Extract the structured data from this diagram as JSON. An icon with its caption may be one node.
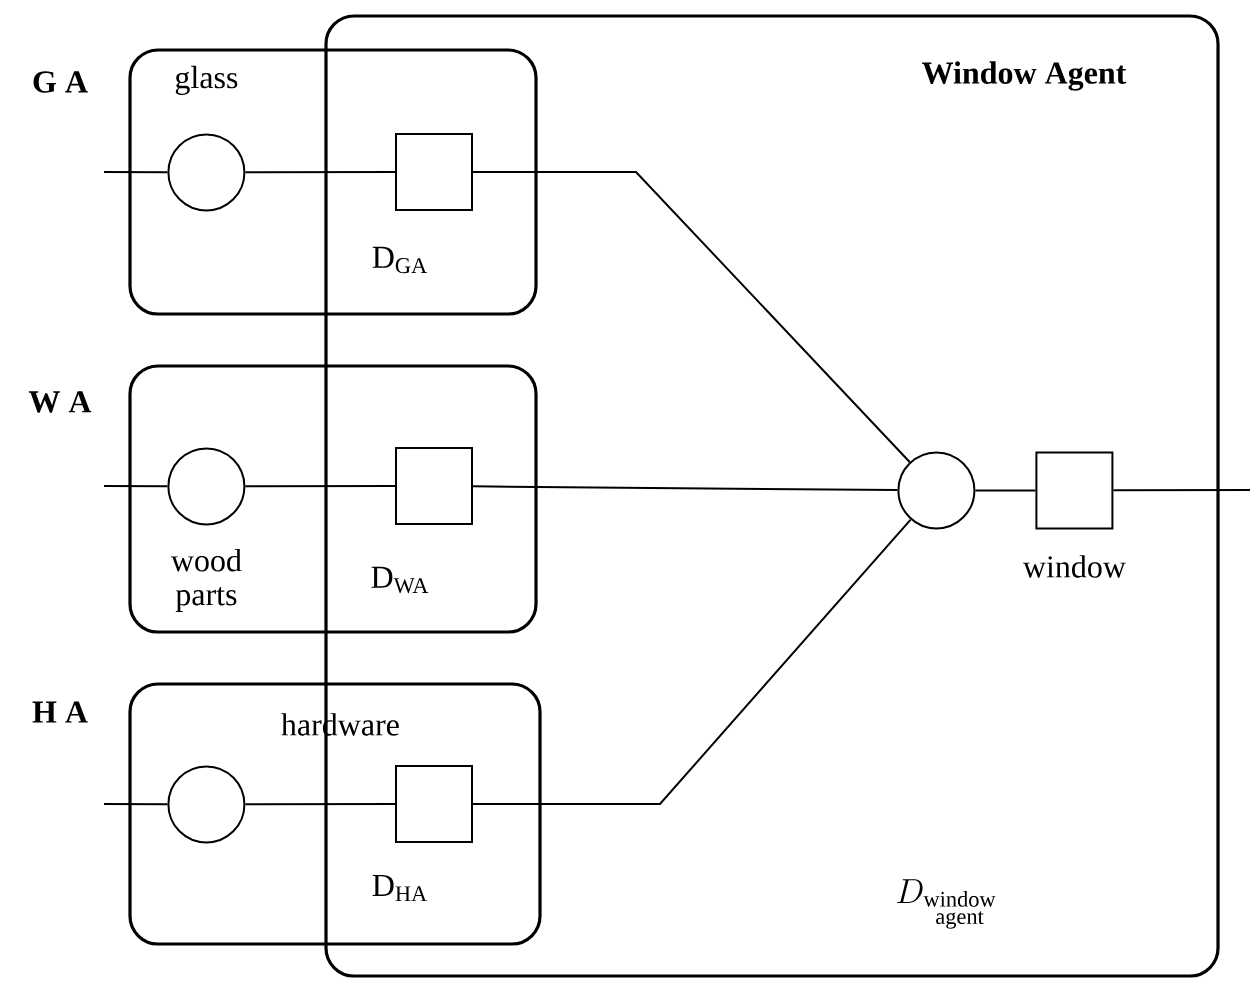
{
  "diagram": {
    "nodes": [
      {
        "text": [
          "Window Agent",
          "D_{\\substack{\\text{window}\\\\ \\text{agent}}}"
        ]
      },
      {
        "text": [
          "G A"
        ]
      },
      {
        "text": [],
        "shape": "circle",
        "in": 1,
        "beside": [
          "glass"
        ]
      },
      {
        "text": [],
        "shape": "box",
        "beside": [
          "D$_{GA}$"
        ]
      },
      {
        "text": [
          "W A"
        ]
      },
      {
        "text": [],
        "shape": "circle",
        "in": 4,
        "beside": [
          "wood parts"
        ]
      },
      {
        "text": [],
        "shape": "box",
        "beside": [
          "D$_{WA}$"
        ]
      },
      {
        "text": [
          "H A"
        ]
      },
      {
        "text": [],
        "shape": "circle",
        "in": 7,
        "beside": [
          "hardware"
        ]
      },
      {
        "text": [],
        "shape": "box",
        "beside": [
          "D$_{HA}$"
        ]
      },
      {
        "text": [],
        "shape": "circle",
        "in": 0
      },
      {
        "text": [],
        "shape": "box",
        "in": 0,
        "beside": [
          "window"
        ]
      }
    ],
    "edges": [
      {
        "from": null,
        "to": 2,
        "arrow": "none"
      },
      {
        "from": 2,
        "to": 3,
        "arrow": "none"
      },
      {
        "from": 3,
        "to": 10,
        "arrow": "none"
      },
      {
        "from": null,
        "to": 5,
        "arrow": "none"
      },
      {
        "from": 5,
        "to": 6,
        "arrow": "none"
      },
      {
        "from": 6,
        "to": 10,
        "arrow": "none"
      },
      {
        "from": null,
        "to": 8,
        "arrow": "none"
      },
      {
        "from": 8,
        "to": 9,
        "arrow": "none"
      },
      {
        "from": 9,
        "to": 10,
        "arrow": "none"
      },
      {
        "from": 10,
        "to": 11,
        "arrow": "none"
      },
      {
        "from": 11,
        "to": null,
        "arrow": "none"
      }
    ]
  }
}
